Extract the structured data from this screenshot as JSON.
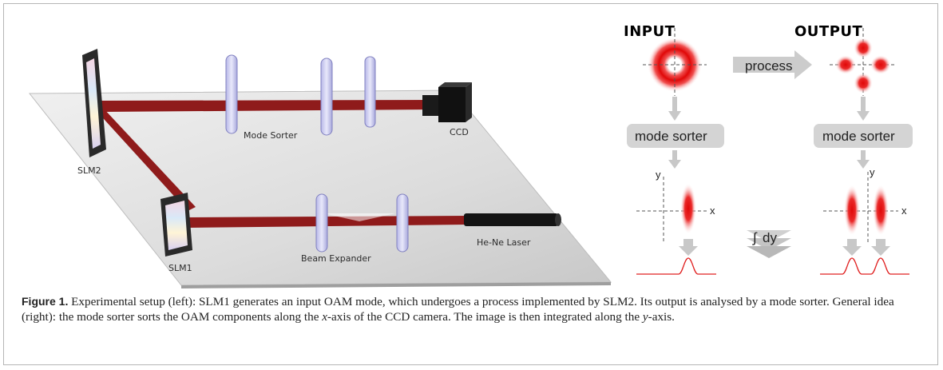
{
  "setup": {
    "labels": {
      "slm2": "SLM2",
      "slm1": "SLM1",
      "mode_sorter": "Mode Sorter",
      "ccd": "CCD",
      "beam_expander": "Beam Expander",
      "laser": "He-Ne Laser"
    },
    "colors": {
      "beam": "#8f1b1b",
      "table": "#e6e6e6"
    }
  },
  "concept": {
    "input_title": "INPUT",
    "output_title": "OUTPUT",
    "process_label": "process",
    "sorter_left": "mode sorter",
    "sorter_right": "mode sorter",
    "axis_x": "x",
    "axis_y": "y",
    "integral_symbol": "∫",
    "integral_label": "dy",
    "colors": {
      "mode": "#e01010",
      "box": "#d4d4d4",
      "arrow": "#cccccc",
      "curve": "#e02020"
    }
  },
  "caption": {
    "figure_label": "Figure 1.",
    "part1": " Experimental setup (left): SLM1 generates an input OAM mode, which undergoes a process implemented by SLM2. Its output is analysed by a mode sorter. General idea (right): the mode sorter sorts the OAM components along the ",
    "x_italic": "x",
    "part2": "-axis of the CCD camera. The image is then integrated along the ",
    "y_italic": "y",
    "part3": "-axis."
  }
}
